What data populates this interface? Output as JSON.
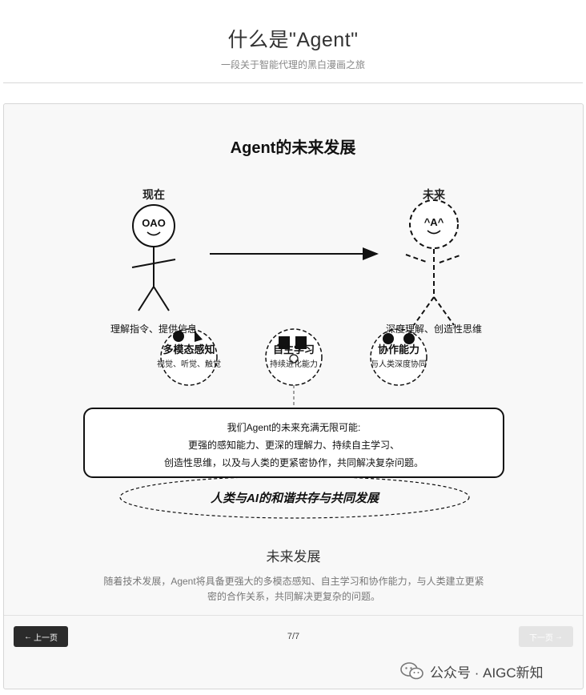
{
  "header": {
    "title": "什么是\"Agent\"",
    "subtitle": "一段关于智能代理的黑白漫画之旅"
  },
  "comic": {
    "title": "Agent的未来发展",
    "now": {
      "label": "现在",
      "face": "OAO",
      "caption": "理解指令、提供信息"
    },
    "future": {
      "label": "未来",
      "face": "^A^",
      "caption": "深度理解、创造性思维"
    },
    "capabilities": [
      {
        "title": "多模态感知",
        "desc": "视觉、听觉、触觉"
      },
      {
        "title": "自主学习",
        "desc": "持续进化能力"
      },
      {
        "title": "协作能力",
        "desc": "与人类深度协同"
      }
    ],
    "message_lines": [
      "我们Agent的未来充满无限可能:",
      "更强的感知能力、更深的理解力、持续自主学习、",
      "创造性思维，以及与人类的更紧密协作，共同解决复杂问题。"
    ],
    "harmony": "人类与AI的和谐共存与共同发展"
  },
  "section": {
    "title": "未来发展",
    "description": "随着技术发展，Agent将具备更强大的多模态感知、自主学习和协作能力，与人类建立更紧密的合作关系，共同解决更复杂的问题。"
  },
  "footer": {
    "prev_label": "上一页",
    "prev_arrow": "←",
    "page_indicator": "7/7",
    "next_label": "下一页",
    "next_arrow": "→"
  },
  "watermark": {
    "text": "公众号 · AIGC新知",
    "icon": "wechat-icon"
  },
  "colors": {
    "prev_button_bg": "#2b2b2b",
    "next_button_bg": "#e4e4e4",
    "card_bg": "#f8f8f8"
  }
}
